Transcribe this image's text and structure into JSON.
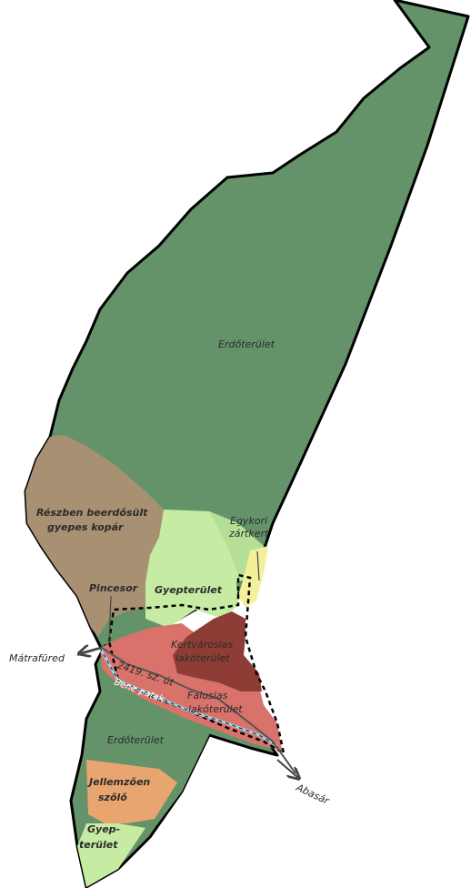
{
  "colors": {
    "forest": "#64936a",
    "forest_light": "#8fbf7f",
    "grassland": "#c6eca3",
    "bare_grassy": "#a89173",
    "old_allotment": "#f3ef9a",
    "garden_city_residential": "#8d3d35",
    "village_residential": "#d9726a",
    "vineyard": "#e9a570",
    "stream": "#9dd4e6",
    "border": "#000000"
  },
  "labels": {
    "forest_north": "Erdőterület",
    "bare_grassy_line1": "Részben beerdősült",
    "bare_grassy_line2": "gyepes kopár",
    "old_allotment_line1": "Egykori",
    "old_allotment_line2": "zártkert",
    "grassland": "Gyepterület",
    "cellar_row": "Pincesor",
    "garden_city_line1": "Kertvárosias",
    "garden_city_line2": "lakóterület",
    "village_line1": "Falusias",
    "village_line2": "lakóterület",
    "road": "2419. sz. út",
    "stream": "Bene-patak",
    "forest_south": "Erdőterület",
    "vineyard_line1": "Jellemzően",
    "vineyard_line2": "szőlő",
    "grassland_south_line1": "Gyep-",
    "grassland_south_line2": "terület",
    "direction_west": "Mátrafüred",
    "direction_east": "Abasár"
  }
}
